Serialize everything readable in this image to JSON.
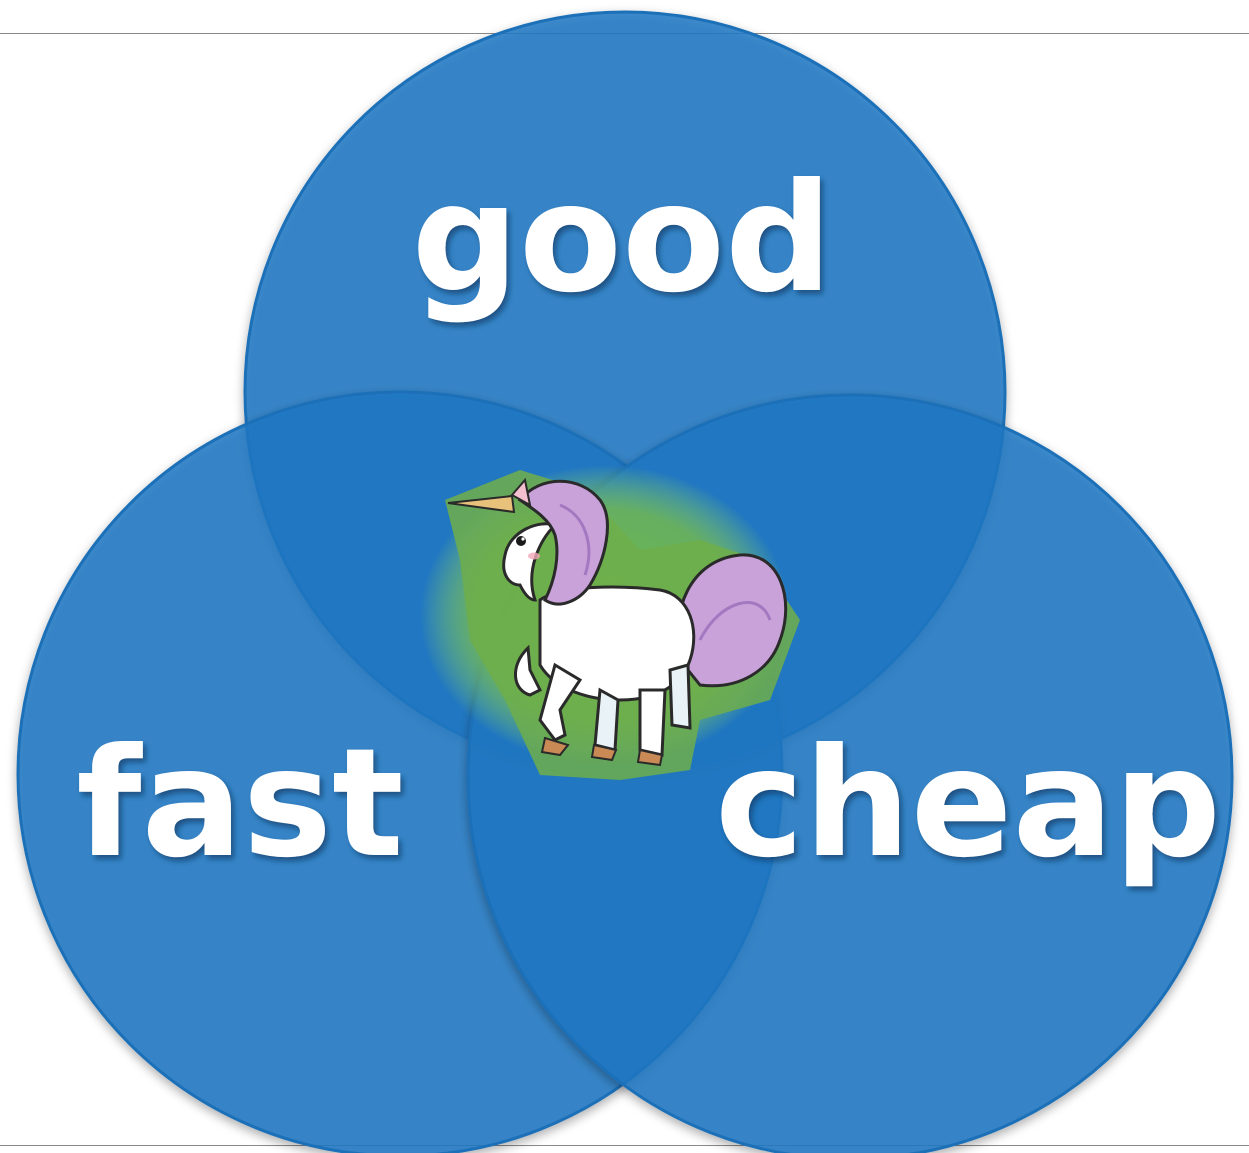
{
  "diagram": {
    "labels": {
      "good": "good",
      "fast": "fast",
      "cheap": "cheap"
    },
    "center_icon": "unicorn-icon",
    "colors": {
      "circle_fill": "#2a7cc4",
      "circle_edge": "#1e6fb8",
      "label_text": "#ffffff",
      "center_glow": "#6fbf4a",
      "unicorn_mane": "#c9a2da",
      "unicorn_body": "#ffffff",
      "unicorn_horn": "#e8c27a"
    }
  }
}
